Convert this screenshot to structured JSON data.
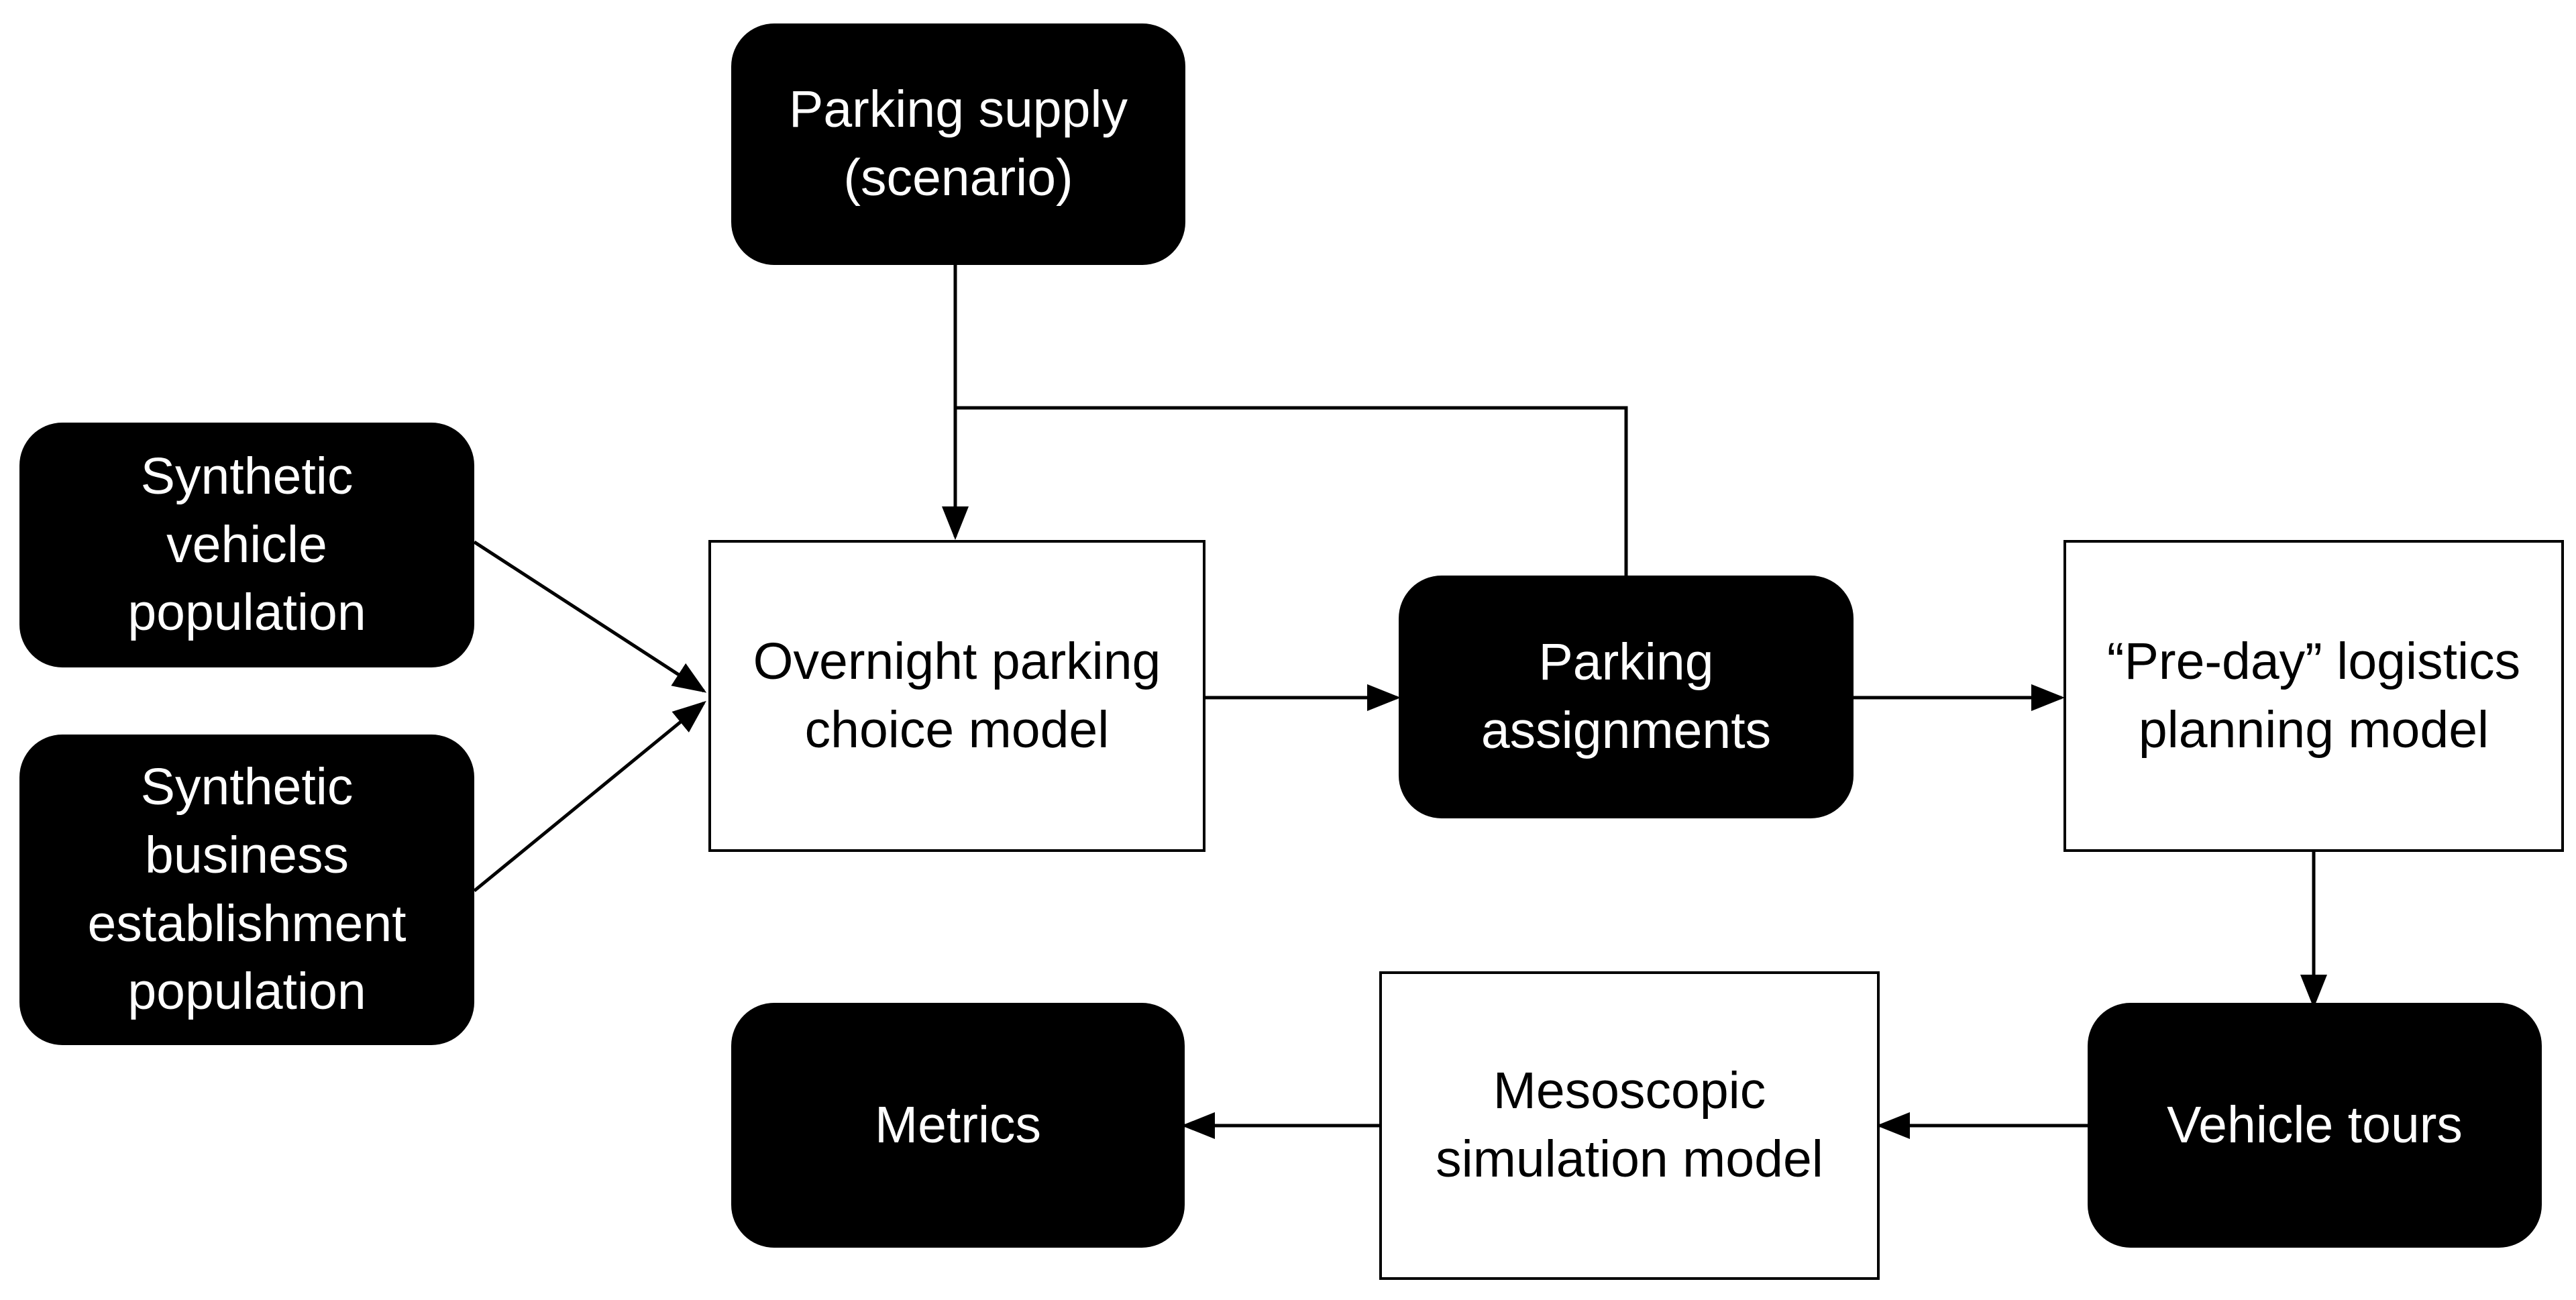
{
  "diagram": {
    "nodes": {
      "parking_supply": {
        "label": "Parking supply\n(scenario)",
        "style": "dark"
      },
      "synthetic_vehicle": {
        "label": "Synthetic\nvehicle\npopulation",
        "style": "dark"
      },
      "synthetic_business": {
        "label": "Synthetic\nbusiness\nestablishment\npopulation",
        "style": "dark"
      },
      "overnight_parking": {
        "label": "Overnight parking\nchoice model",
        "style": "light"
      },
      "parking_assignments": {
        "label": "Parking\nassignments",
        "style": "dark"
      },
      "preday_logistics": {
        "label": "“Pre-day” logistics\nplanning model",
        "style": "light"
      },
      "vehicle_tours": {
        "label": "Vehicle tours",
        "style": "dark"
      },
      "mesoscopic_sim": {
        "label": "Mesoscopic\nsimulation model",
        "style": "light"
      },
      "metrics": {
        "label": "Metrics",
        "style": "dark"
      }
    },
    "edges": [
      {
        "from": "parking_supply",
        "to": "overnight_parking"
      },
      {
        "from": "parking_assignments",
        "to": "overnight_parking"
      },
      {
        "from": "synthetic_vehicle",
        "to": "overnight_parking"
      },
      {
        "from": "synthetic_business",
        "to": "overnight_parking"
      },
      {
        "from": "overnight_parking",
        "to": "parking_assignments"
      },
      {
        "from": "parking_assignments",
        "to": "preday_logistics"
      },
      {
        "from": "preday_logistics",
        "to": "vehicle_tours"
      },
      {
        "from": "vehicle_tours",
        "to": "mesoscopic_sim"
      },
      {
        "from": "mesoscopic_sim",
        "to": "metrics"
      }
    ]
  }
}
